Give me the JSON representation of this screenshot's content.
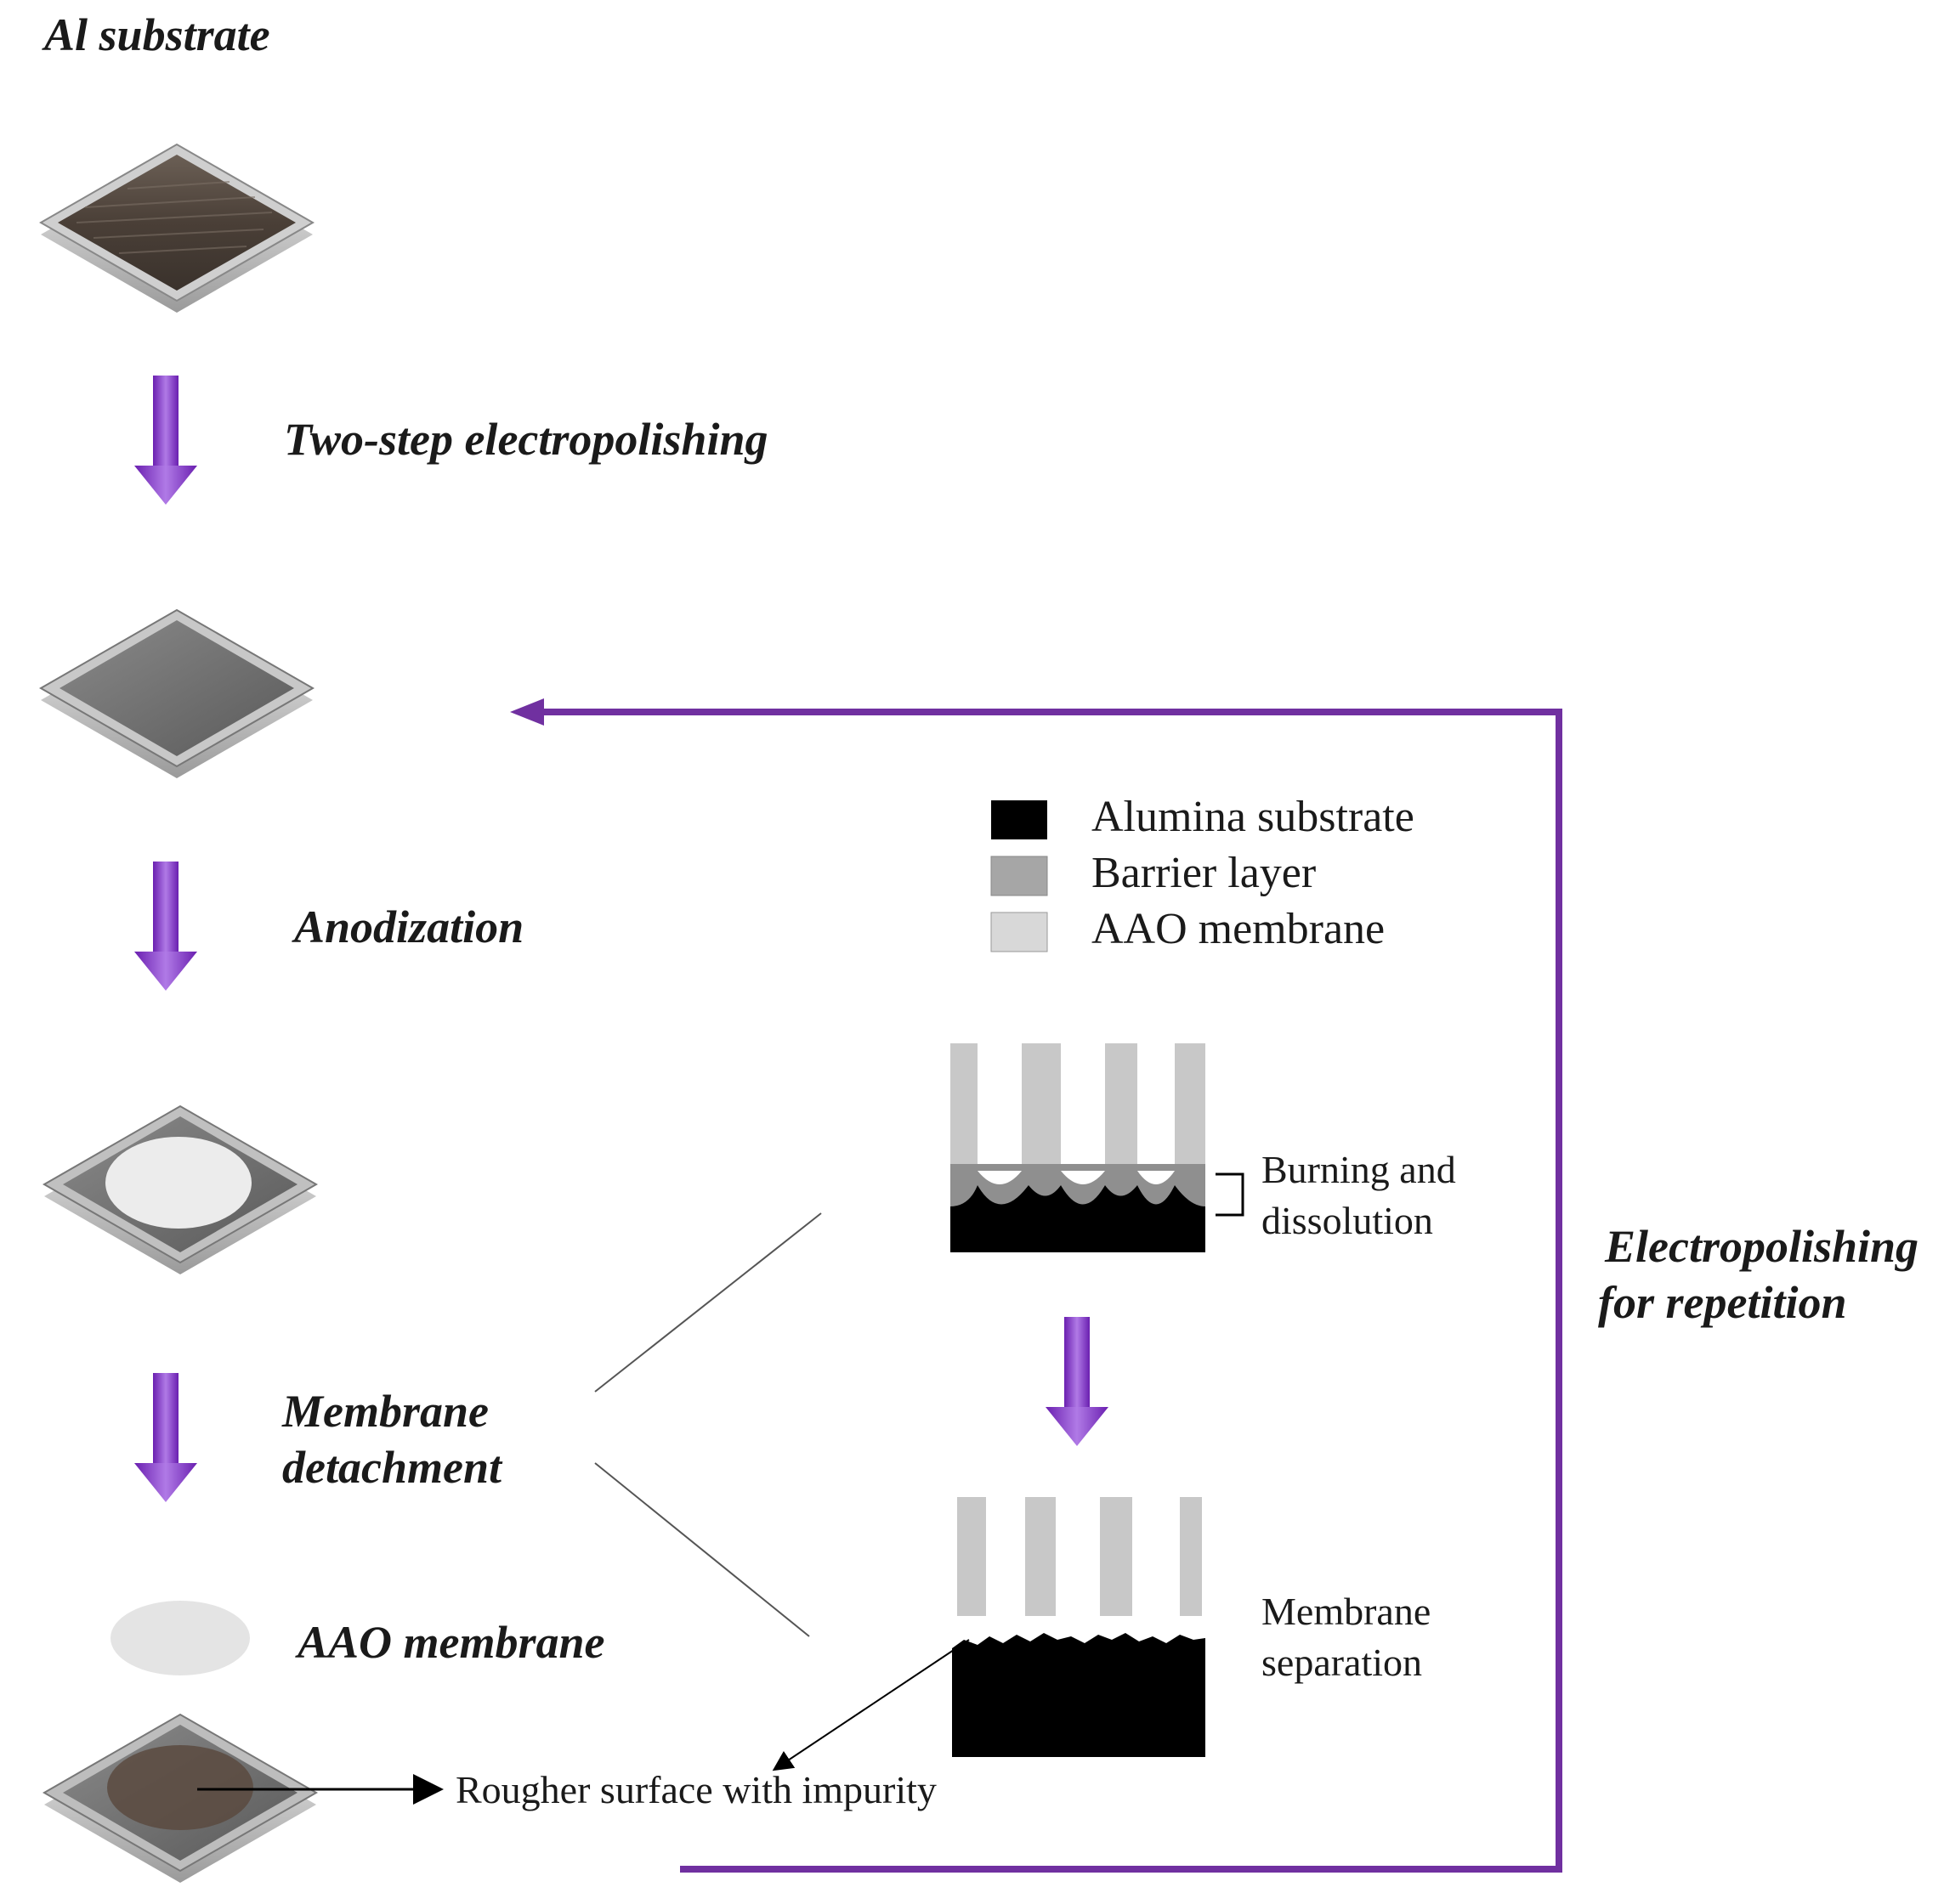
{
  "labels": {
    "al_substrate": "Al substrate",
    "two_step": "Two-step electropolishing",
    "anodization": "Anodization",
    "detach_line1": "Membrane",
    "detach_line2": "detachment",
    "aao_membrane": "AAO membrane",
    "rougher": "Rougher surface with impurity",
    "burn_line1": "Burning and",
    "burn_line2": "dissolution",
    "sep_line1": "Membrane",
    "sep_line2": "separation",
    "repeat_line1": "Electropolishing",
    "repeat_line2": "for repetition"
  },
  "legend": [
    {
      "label": "Alumina substrate",
      "color": "#000000"
    },
    {
      "label": "Barrier layer",
      "color": "#a6a6a6"
    },
    {
      "label": "AAO membrane",
      "color": "#d8d8d8"
    }
  ],
  "colors": {
    "arrow_purple": "#8a3fd1",
    "loop_purple": "#7030a0",
    "substrate_dark": "#4b4038",
    "plate_gray": "#6f6f6f"
  }
}
